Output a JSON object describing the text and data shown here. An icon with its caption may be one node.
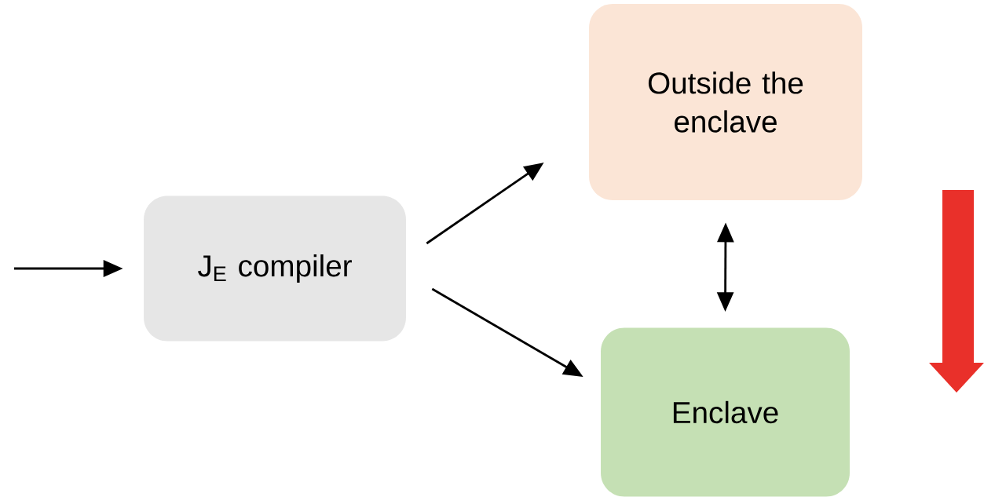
{
  "diagram": {
    "nodes": [
      {
        "text": [
          "J$_{E}$ compiler"
        ]
      },
      {
        "text": [
          "Outside the enclave"
        ]
      },
      {
        "text": [
          "Enclave"
        ]
      }
    ],
    "edges": [
      {
        "from": null,
        "to": 0,
        "arrow": "to"
      },
      {
        "from": 0,
        "to": 1,
        "arrow": "to"
      },
      {
        "from": 0,
        "to": 2,
        "arrow": "to"
      },
      {
        "from": 1,
        "to": 2,
        "arrow": "both"
      }
    ]
  }
}
